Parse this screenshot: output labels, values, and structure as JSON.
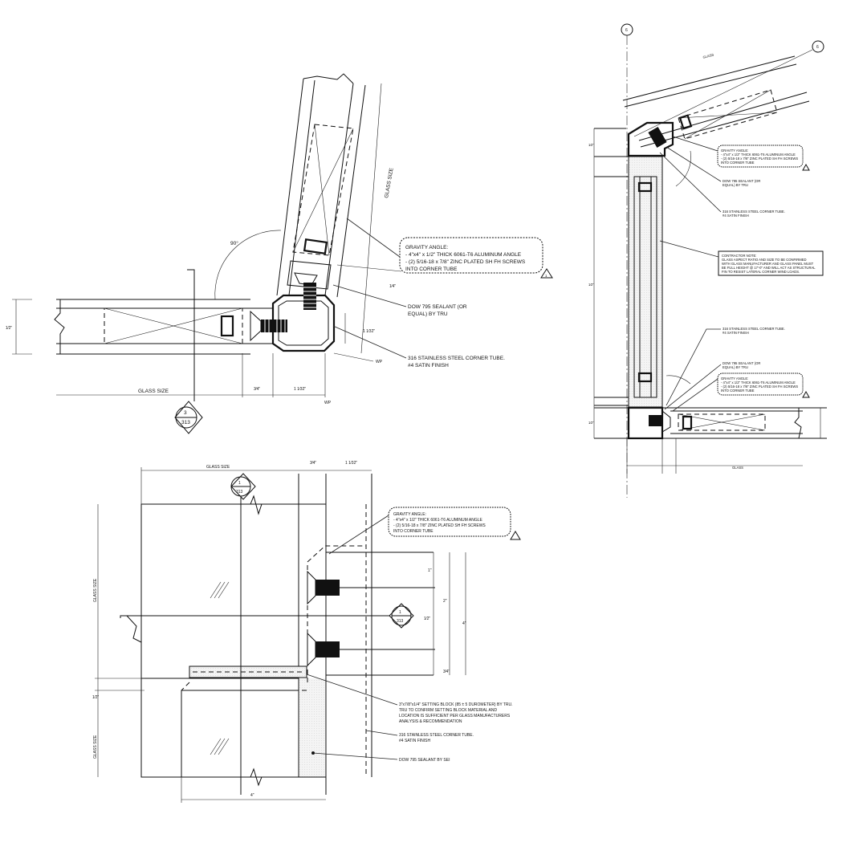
{
  "detail_1": {
    "angle_label": "90°",
    "glass_size_vertical": "GLASS SIZE",
    "glass_size_horizontal": "GLASS SIZE",
    "note_gravity_angle": [
      "GRAVITY ANGLE:",
      "- 4\"x4\" x 1/2\" THICK 6061-T6 ALUMINUM ANGLE",
      "- (2) 5/16-18 x 7/8\" ZINC PLATED SH FH SCREWS",
      "INTO CORNER TUBE"
    ],
    "note_sealant": [
      "DOW 795 SEALANT (OR",
      "EQUAL) BY TRU"
    ],
    "note_tube": [
      "316 STAINLESS STEEL CORNER TUBE.",
      "#4 SATIN FINISH"
    ],
    "wp_label_1": "WP",
    "wp_label_2": "WP",
    "dim_left": "1⁄2\"",
    "dim_a": "1⁄4\"",
    "dim_b": "1 1⁄32\"",
    "dim_c": "3⁄4\"",
    "dim_d": "1 1⁄32\"",
    "section_number": "3",
    "section_sheet": "313"
  },
  "detail_2": {
    "grid_1": "6",
    "grid_2": "6",
    "glass_top": "GLASS",
    "glass_bottom": "GLASS",
    "note_gravity_1": [
      "GRAVITY ANGLE:",
      "- 4\"x4\" x 1/2\" THICK 6061-T6 ALUMINUM ANGLE",
      "- (2) 5/16-18 x 7/8\" ZINC PLATED SH FH SCREWS",
      "INTO CORNER TUBE"
    ],
    "note_sealant_1": [
      "DOW 795 SEALANT (OR",
      "EQUAL) BY TRU"
    ],
    "note_tube_1": [
      "316 STAINLESS STEEL CORNER TUBE.",
      "#4 SATIN FINISH"
    ],
    "note_contractor": [
      "CONTRACTOR NOTE:",
      "GLASS ASPECT RATIO AND SIZE TO BE CONFIRMED",
      "WITH GLASS MANUFACTURER AND GLASS PANEL MUST",
      "BE FULL HEIGHT @ 17'-0\" AND WILL ACT AS STRUCTURAL",
      "FIN TO RESIST LATERAL CORNER WIND LOADS."
    ],
    "note_tube_2": [
      "316 STAINLESS STEEL CORNER TUBE.",
      "#4 SATIN FINISH"
    ],
    "note_sealant_2": [
      "DOW 795 SEALANT (OR",
      "EQUAL) BY TRU"
    ],
    "note_gravity_2": [
      "GRAVITY ANGLE:",
      "- 4\"x4\" x 1/2\" THICK 6061-T6 ALUMINUM ANGLE",
      "- (2) 5/16-18 x 7/8\" ZINC PLATED SH FH SCREWS",
      "INTO CORNER TUBE"
    ],
    "dim_top": "1⁄2\"",
    "dim_mid": "1⁄2\"",
    "dim_bot": "1⁄2\""
  },
  "detail_3": {
    "glass_size_top": "GLASS SIZE",
    "glass_size_left_top": "GLASS SIZE",
    "glass_size_left_bottom": "GLASS SIZE",
    "dim_top_1": "3⁄4\"",
    "dim_top_2": "1 1⁄32\"",
    "dim_bottom": "4\"",
    "dim_r1": "1\"",
    "dim_r2": "2\"",
    "dim_r3": "4\"",
    "dim_r4": "1⁄2\"",
    "dim_r5": "3⁄4\"",
    "dim_left": "1⁄2\"",
    "section_number": "1",
    "section_sheet": "313",
    "callout_number": "1",
    "callout_sheet": "313",
    "note_gravity": [
      "GRAVITY ANGLE:",
      "- 4\"x4\" x 1/2\" THICK 6061-T6 ALUMINUM ANGLE",
      "- (2) 5/16-18 x 7/8\" ZINC PLATED SH FH SCREWS",
      "INTO CORNER TUBE"
    ],
    "note_setting_block": [
      "3\"x7/8\"x1/4\" SETTING BLOCK (85 ± 5 DUROMETER) BY TRU.",
      "TRU TO CONFIRM SETTING BLOCK MATERIAL AND",
      "LOCATION IS SUFFICIENT PER GLASS MANUFACTURERS",
      "ANALYSIS & RECOMMENDATION"
    ],
    "note_tube": [
      "316 STAINLESS STEEL CORNER TUBE.",
      "#4 SATIN FINISH"
    ],
    "note_sealant": [
      "DOW 795 SEALANT BY SEI"
    ]
  },
  "colors": {
    "line": "#111111",
    "paper": "#ffffff",
    "hatch": "#bdbdbd"
  }
}
